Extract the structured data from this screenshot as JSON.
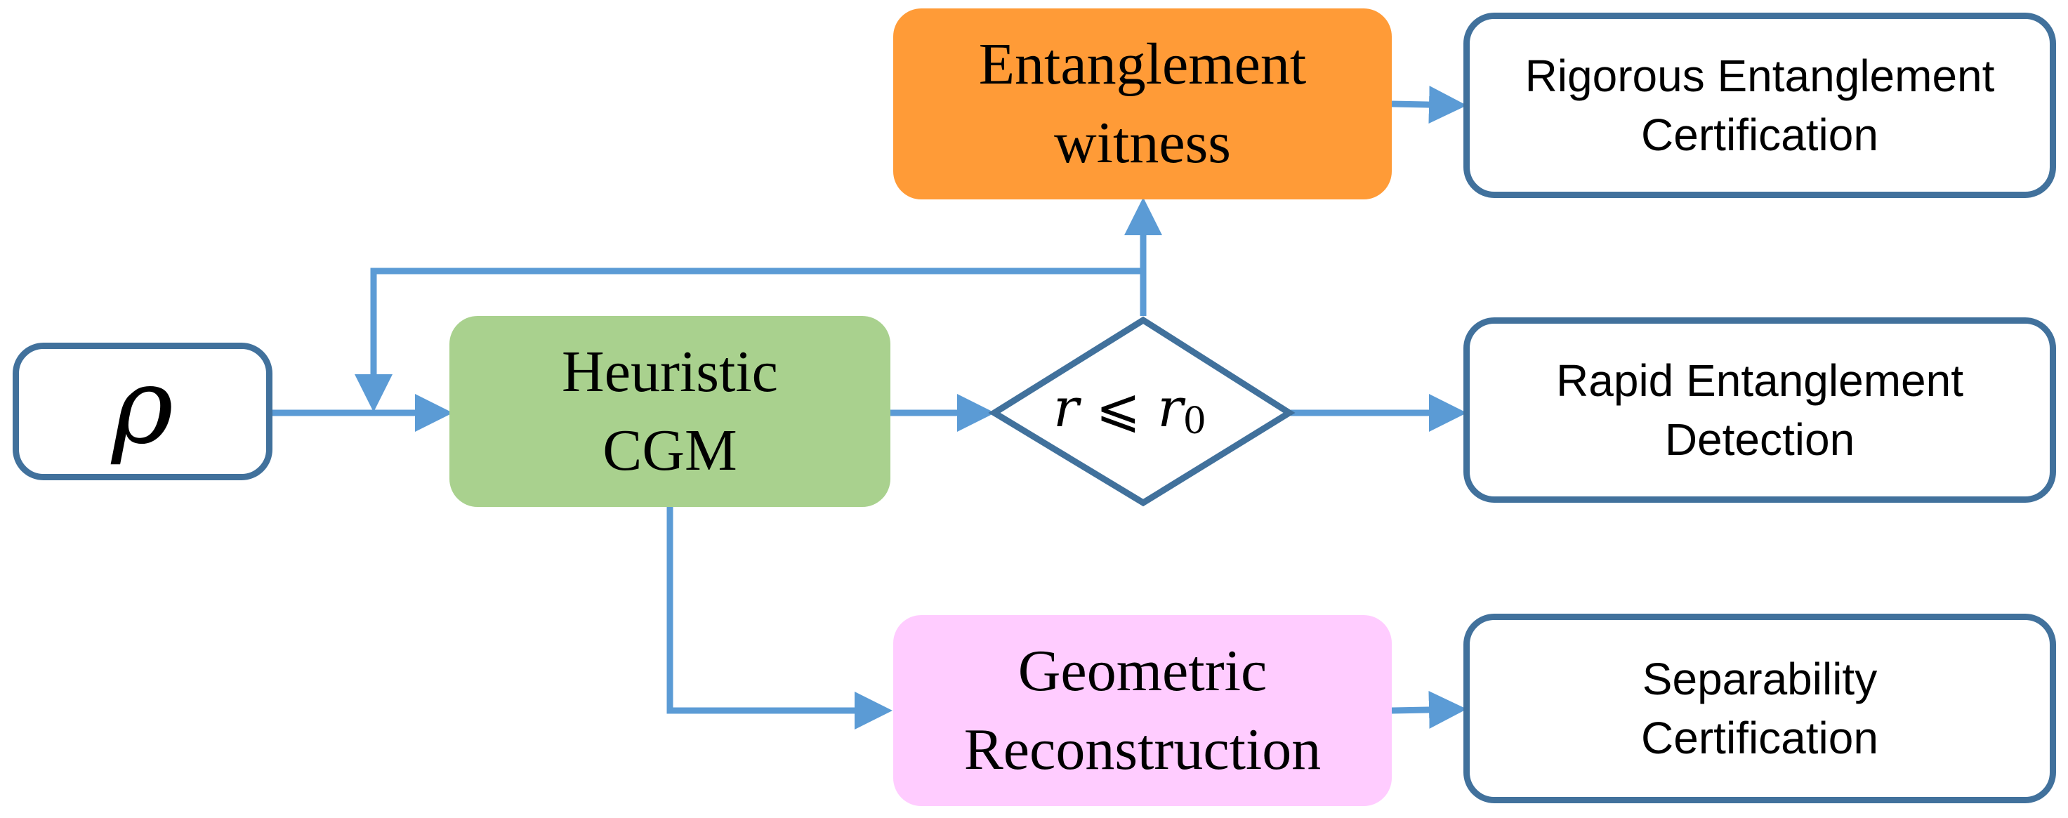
{
  "input": {
    "symbol": "ρ"
  },
  "heuristic": {
    "line1": "Heuristic",
    "line2": "CGM",
    "color": "#a9d18e"
  },
  "witness": {
    "line1": "Entanglement",
    "line2": "witness",
    "color": "#ff9b37"
  },
  "geometric": {
    "line1": "Geometric",
    "line2": "Reconstruction",
    "color": "#ffccff"
  },
  "condition": {
    "var": "r",
    "op": "⩽",
    "base": "r",
    "sub": "0"
  },
  "outcomes": {
    "rigorous": {
      "line1": "Rigorous Entanglement",
      "line2": "Certification"
    },
    "rapid": {
      "line1": "Rapid Entanglement",
      "line2": "Detection"
    },
    "separability": {
      "line1": "Separability",
      "line2": "Certification"
    }
  },
  "colors": {
    "arrow": "#5b9bd5",
    "outline": "#41719c"
  }
}
